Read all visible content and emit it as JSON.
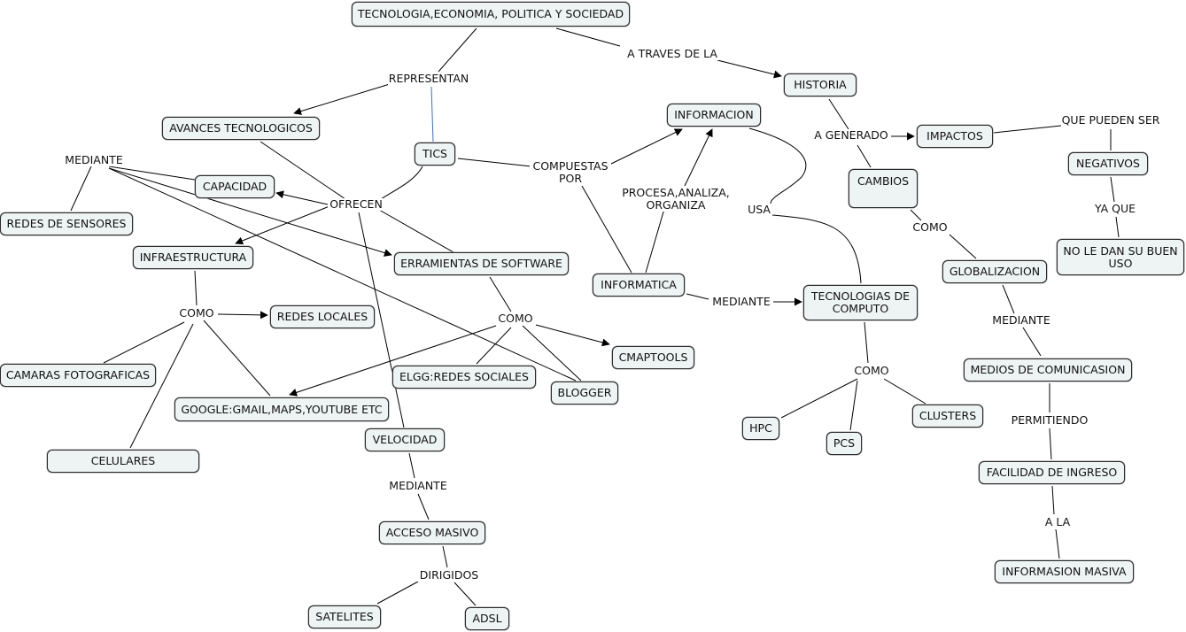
{
  "nodes": {
    "root": "TECNOLOGIA,ECONOMIA, POLITICA Y SOCIEDAD",
    "historia": "HISTORIA",
    "avances": "AVANCES TECNOLOGICOS",
    "tics": "TICS",
    "informacion": "INFORMACION",
    "impactos": "IMPACTOS",
    "negativos": "NEGATIVOS",
    "cambios": "CAMBIOS",
    "no_le_dan": "NO LE DAN SU BUEN USO",
    "capacidad": "CAPACIDAD",
    "redes_sensores": "REDES DE SENSORES",
    "infraestructura": "INFRAESTRUCTURA",
    "erramientas": "ERRAMIENTAS DE SOFTWARE",
    "informatica": "INFORMATICA",
    "tecnologias_computo": "TECNOLOGIAS DE COMPUTO",
    "globalizacion": "GLOBALIZACION",
    "redes_locales": "REDES LOCALES",
    "cmaptools": "CMAPTOOLS",
    "camaras": "CAMARAS FOTOGRAFICAS",
    "elgg": "ELGG:REDES SOCIALES",
    "blogger": "BLOGGER",
    "google": "GOOGLE:GMAIL,MAPS,YOUTUBE ETC",
    "medios": "MEDIOS DE COMUNICASION",
    "clusters": "CLUSTERS",
    "hpc": "HPC",
    "pcs": "PCS",
    "velocidad": "VELOCIDAD",
    "celulares": "CELULARES",
    "facilidad": "FACILIDAD DE INGRESO",
    "acceso": "ACCESO MASIVO",
    "informasion_masiva": "INFORMASION MASIVA",
    "satelites": "SATELITES",
    "adsl": "ADSL"
  },
  "labels": {
    "a_traves": "A TRAVES DE LA",
    "representan": "REPRESENTAN",
    "a_generado": "A GENERADO",
    "que_pueden": "QUE PUEDEN SER",
    "mediante_left": "MEDIANTE",
    "compuestas": "COMPUESTAS\nPOR",
    "procesa": "PROCESA,ANALIZA,\nORGANIZA",
    "ofrecen": "OFRECEN",
    "usa": "USA",
    "ya_que": "YA QUE",
    "como_glob": "COMO",
    "como_infra": "COMO",
    "como_soft": "COMO",
    "mediante_info": "MEDIANTE",
    "mediante_glob": "MEDIANTE",
    "como_comp": "COMO",
    "permitiendo": "PERMITIENDO",
    "mediante_vel": "MEDIANTE",
    "a_la": "A LA",
    "dirigidos": "DIRIGIDOS"
  },
  "colors": {
    "node_fill": "#eef3f4",
    "node_border": "#2b2b2b",
    "line": "#000000",
    "highlight_line": "#3b6fd6"
  }
}
